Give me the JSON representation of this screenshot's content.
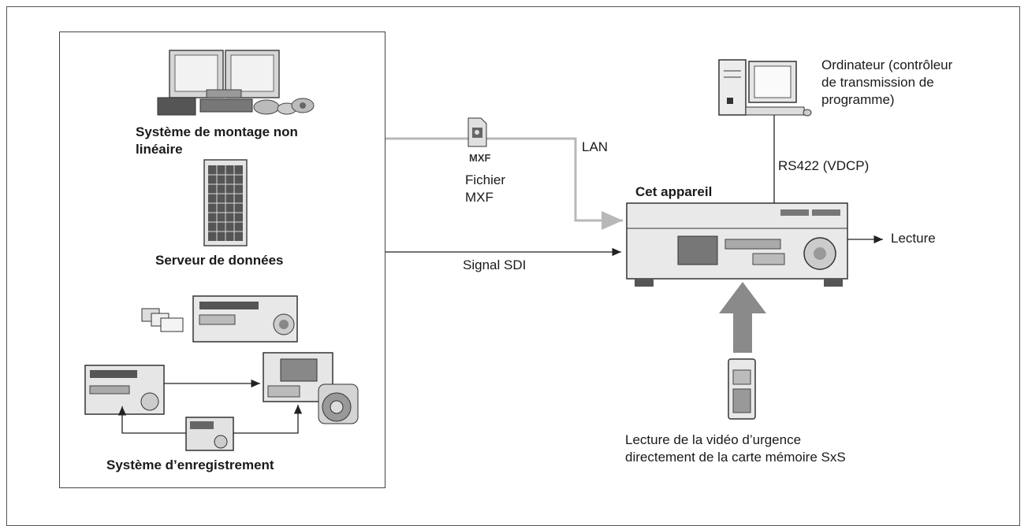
{
  "sources": {
    "nle": {
      "label": "Système de montage non\nlinéaire"
    },
    "server": {
      "label": "Serveur de données"
    },
    "recording": {
      "label": "Système d’enregistrement"
    }
  },
  "links": {
    "mxf_logo": "MXF",
    "mxf_file": "Fichier\nMXF",
    "lan": "LAN",
    "sdi": "Signal SDI",
    "rs422": "RS422 (VDCP)",
    "output": "Lecture"
  },
  "device": {
    "label": "Cet appareil"
  },
  "computer": {
    "label": "Ordinateur (contrôleur\nde transmission de\nprogramme)"
  },
  "card": {
    "label": "Lecture de la vidéo d’urgence\ndirectement de la carte mémoire SxS"
  },
  "colors": {
    "lan_line": "#b8b8b8",
    "arrow_gray": "#8a8a8a",
    "line": "#222222"
  }
}
